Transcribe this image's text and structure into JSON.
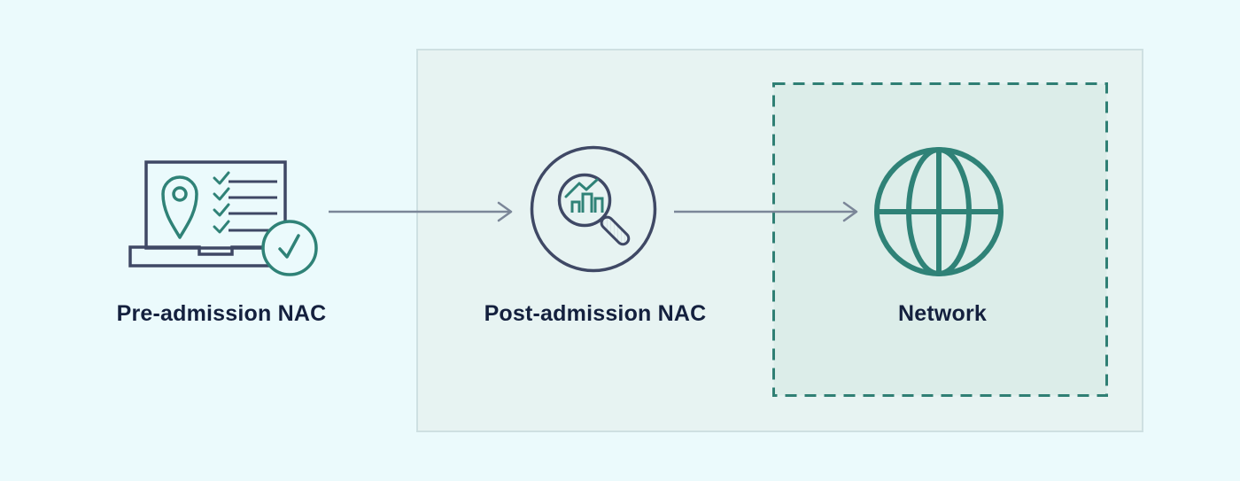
{
  "diagram": {
    "nodes": [
      {
        "id": "pre-admission-nac",
        "label": "Pre-admission NAC",
        "icon": "laptop-checklist-icon"
      },
      {
        "id": "post-admission-nac",
        "label": "Post-admission NAC",
        "icon": "magnifier-analytics-icon"
      },
      {
        "id": "network",
        "label": "Network",
        "icon": "globe-icon"
      }
    ],
    "connections": [
      {
        "from": "pre-admission-nac",
        "to": "post-admission-nac"
      },
      {
        "from": "post-admission-nac",
        "to": "network"
      }
    ],
    "colors": {
      "background": "#EBFAFC",
      "panel_fill": "#E7F3F2",
      "panel_border": "#CEE0E2",
      "zone_fill": "#DCEDE9",
      "zone_border": "#2F7F74",
      "teal": "#2F8277",
      "navy": "#3F4865",
      "text": "#14203E",
      "arrow": "#7B8698"
    }
  }
}
